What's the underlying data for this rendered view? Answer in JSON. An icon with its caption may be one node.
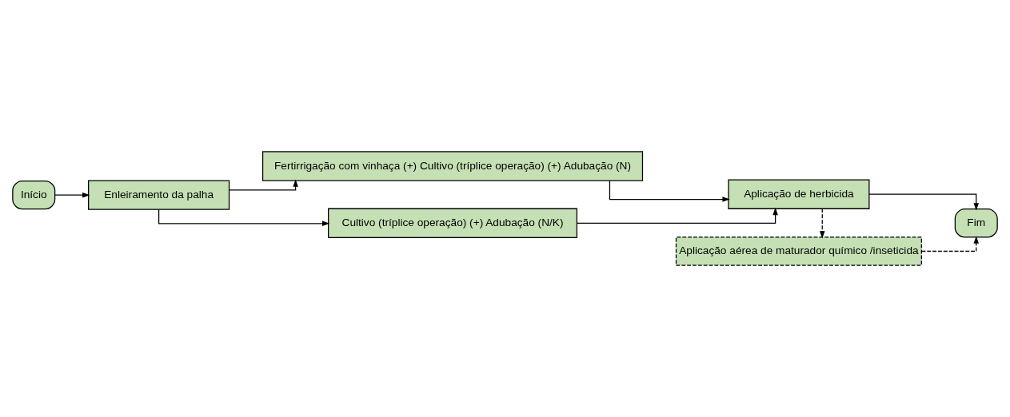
{
  "diagram": {
    "nodes": [
      {
        "text": [
          "Início"
        ]
      },
      {
        "text": [
          "Enleiramento da palha"
        ]
      },
      {
        "text": [
          "Fertirrigação com vinhaça (+) Cultivo (tríplice operação) (+) Adubação (N)"
        ]
      },
      {
        "text": [
          "Cultivo (tríplice operação) (+) Adubação (N/K)"
        ]
      },
      {
        "text": [
          "Aplicação de herbicida"
        ]
      },
      {
        "text": [
          "Fim"
        ]
      },
      {
        "text": [
          "Aplicação aérea de maturador químico /inseticida"
        ]
      }
    ],
    "edges": [
      {
        "from": 0,
        "to": 1,
        "arrow": "to"
      },
      {
        "from": 1,
        "to": 2,
        "arrow": "to"
      },
      {
        "from": 1,
        "to": 3,
        "arrow": "to"
      },
      {
        "from": 2,
        "to": 4,
        "arrow": "to"
      },
      {
        "from": 3,
        "to": 4,
        "arrow": "to"
      },
      {
        "from": 4,
        "to": 5,
        "arrow": "to"
      },
      {
        "from": 4,
        "to": 6,
        "arrow": "to",
        "style": "dashed"
      },
      {
        "from": 6,
        "to": 5,
        "arrow": "to",
        "style": "dashed"
      }
    ]
  }
}
